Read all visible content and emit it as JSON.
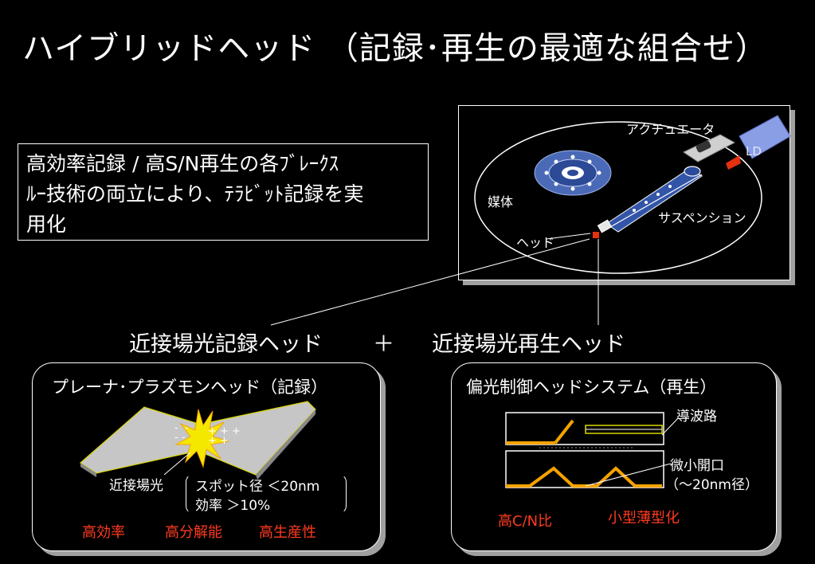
{
  "title": "ハイブリッドヘッド （記録･再生の最適な組合せ）",
  "summary": {
    "line1": "高効率記録 / 高S/N再生の各ﾌﾞﾚｰｸｽ",
    "line2": "ﾙｰ技術の両立により、ﾃﾗﾋﾞｯﾄ記録を実",
    "line3": "用化"
  },
  "hdd": {
    "actuator": "アクチュエータ",
    "ld": "LD",
    "medium": "媒体",
    "suspension": "サスペンション",
    "head": "ヘッド"
  },
  "heads": {
    "record": "近接場光記録ヘッド",
    "plus": "＋",
    "playback": "近接場光再生ヘッド"
  },
  "record_panel": {
    "title": "プレーナ･プラズモンヘッド（記録）",
    "charge_minus": "-  -\n- -",
    "charge_plus": "+ + +\n+ +",
    "near_field": "近接場光",
    "spot": "スポット径 ＜20nm",
    "efficiency": "効率 ＞10%",
    "merits": [
      "高効率",
      "高分解能",
      "高生産性"
    ]
  },
  "playback_panel": {
    "title": "偏光制御ヘッドシステム（再生）",
    "waveguide": "導波路",
    "aperture": "微小開口",
    "aperture_size": "（～20nm径）",
    "merits": [
      "高C/N比",
      "小型薄型化"
    ]
  },
  "colors": {
    "red": "#ff3b1f",
    "orange": "#f5a300",
    "disk_blue": "#3a5aa8",
    "arm_blue": "#2a4a9a",
    "laser": "#9ab0ff",
    "shadow": "#a0a0a0"
  }
}
